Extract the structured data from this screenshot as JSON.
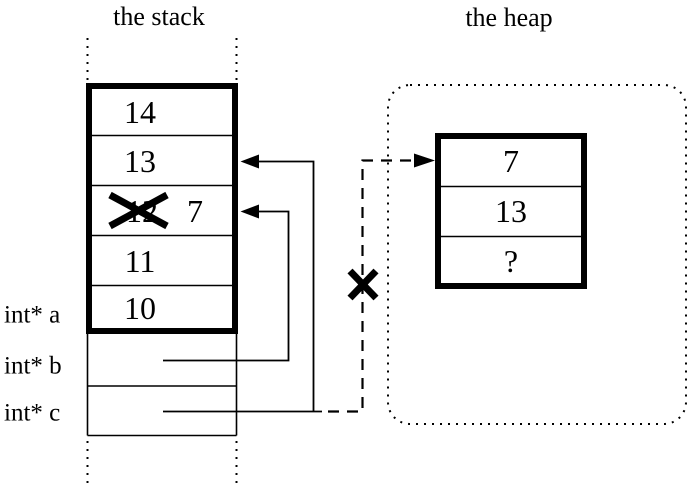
{
  "titles": {
    "stack": "the stack",
    "heap": "the heap"
  },
  "stack": {
    "rows": [
      "14",
      "13",
      "12",
      "11",
      "10"
    ],
    "crossed_out_value": "12",
    "replacement_value": "7",
    "pointer_labels": [
      "int* a",
      "int* b",
      "int* c"
    ]
  },
  "heap": {
    "rows": [
      "7",
      "13",
      "?"
    ]
  },
  "colors": {
    "ink": "#000000",
    "background": "#ffffff"
  }
}
